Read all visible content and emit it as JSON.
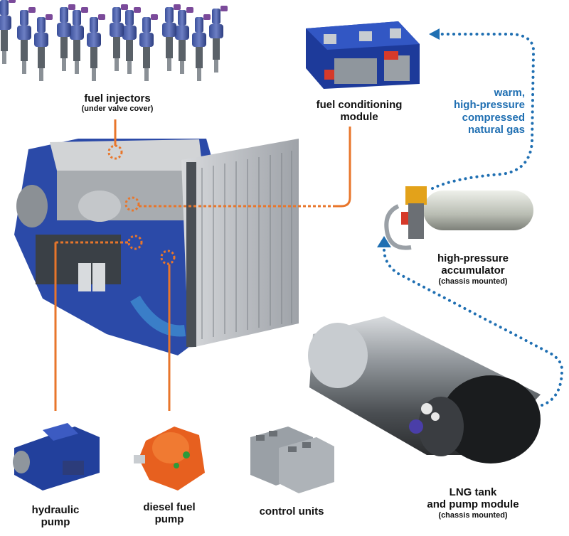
{
  "labels": {
    "fuel_injectors": {
      "main": "fuel injectors",
      "sub": "(under valve cover)"
    },
    "fuel_conditioning": {
      "line1": "fuel conditioning",
      "line2": "module"
    },
    "gas": {
      "line1": "warm,",
      "line2": "high-pressure",
      "line3": "compressed",
      "line4": "natural gas"
    },
    "accumulator": {
      "line1": "high-pressure",
      "line2": "accumulator",
      "sub": "(chassis mounted)"
    },
    "hydraulic_pump": {
      "line1": "hydraulic",
      "line2": "pump"
    },
    "diesel_pump": {
      "line1": "diesel fuel",
      "line2": "pump"
    },
    "control_units": {
      "main": "control units"
    },
    "lng": {
      "line1": "LNG tank",
      "line2": "and pump module",
      "sub": "(chassis mounted)"
    }
  },
  "colors": {
    "leader_orange": "#e8762b",
    "flow_blue": "#1f6fb2",
    "engine_blue": "#2b4aa8",
    "radiator_gray": "#b8bcc2"
  }
}
